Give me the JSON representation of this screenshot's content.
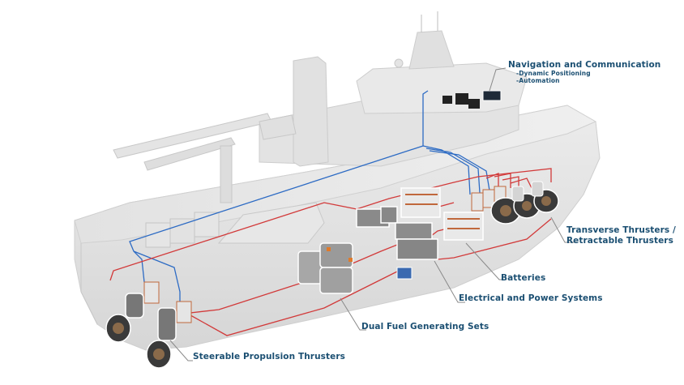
{
  "diagram": {
    "subject": "Hybrid offshore vessel systems cutaway",
    "labels": {
      "navigation": {
        "title": "Navigation and Communication",
        "items": [
          "-Dynamic Positioning",
          "-Automation"
        ]
      },
      "transverse_thrusters": {
        "line1": "Transverse Thrusters /",
        "line2": "Retractable Thrusters"
      },
      "batteries": "Batteries",
      "electrical": "Electrical and Power Systems",
      "generators": "Dual Fuel Generating Sets",
      "propulsion": "Steerable Propulsion Thrusters"
    },
    "colors": {
      "label_text": "#1b4f72",
      "power_cable": "#d23a3a",
      "signal_cable": "#2d6bc4",
      "hull": "#e6e6e6",
      "leader_line": "#8a8a8a"
    }
  }
}
